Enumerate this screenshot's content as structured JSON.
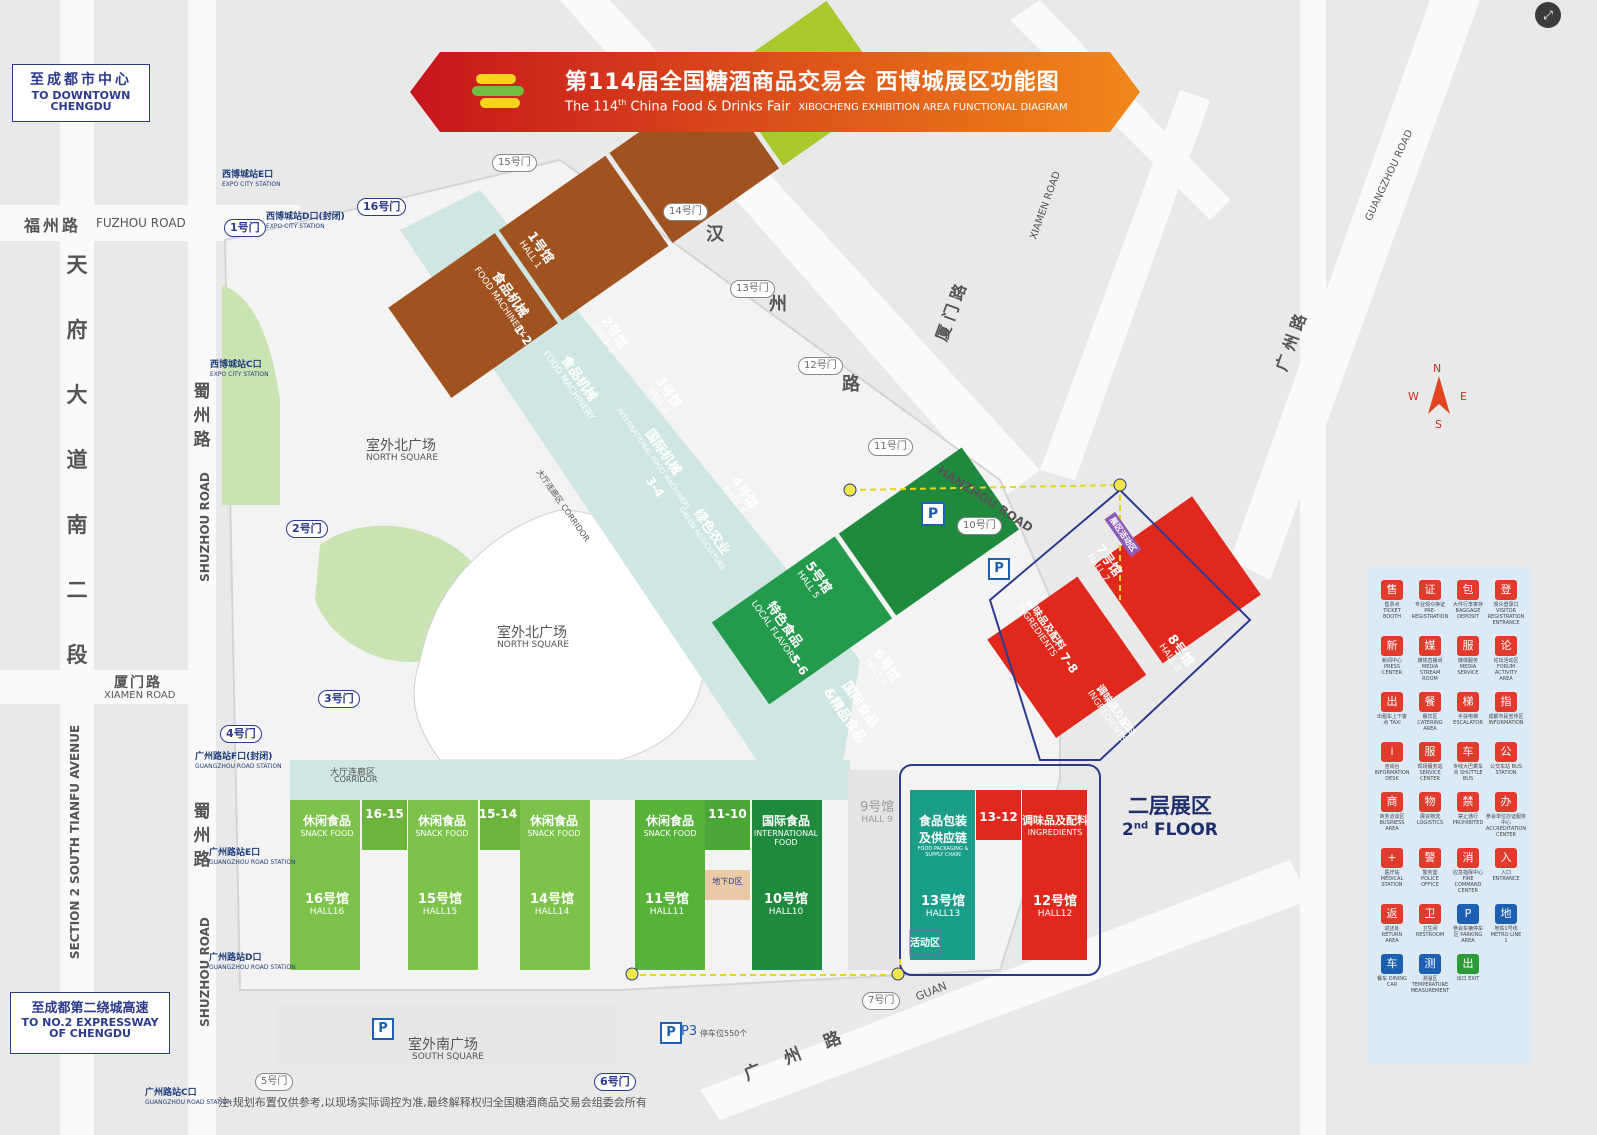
{
  "title": {
    "cn": "第114届全国糖酒商品交易会 西博城展区功能图",
    "en_pre": "The 114",
    "en_sup": "th",
    "en_post": " China Food & Drinks Fair",
    "en_small": "XIBOCHENG EXHIBITION AREA FUNCTIONAL DIAGRAM"
  },
  "direction_signs": {
    "downtown_cn": "至成都市中心",
    "downtown_en1": "TO DOWNTOWN",
    "downtown_en2": "CHENGDU",
    "expressway_cn": "至成都第二绕城高速",
    "expressway_en1": "TO NO.2 EXPRESSWAY",
    "expressway_en2": "OF CHENGDU"
  },
  "roads": {
    "fuzhou_cn": "福州路",
    "fuzhou_en": "FUZHOU ROAD",
    "tianfu_cn": [
      "天",
      "府",
      "大",
      "道",
      "南",
      "二",
      "段"
    ],
    "tianfu_en": "SECTION 2 SOUTH TIANFU AVENUE",
    "shuzhou_cn_a": [
      "蜀",
      "州",
      "路"
    ],
    "shuzhou_cn_b": [
      "蜀",
      "州",
      "路"
    ],
    "shuzhou_en_a": "SHUZHOU ROAD",
    "shuzhou_en_b": "SHUZHOU ROAD",
    "xiamen_left_cn": "厦门路",
    "xiamen_left_en": "XIAMEN ROAD",
    "hanzhou_cn": [
      "汉",
      "州",
      "路"
    ],
    "hanzhou_en": "HANZHOU ROAD",
    "xiamen_diag_cn": "厦 门 路",
    "xiamen_diag_en": "XIAMEN ROAD",
    "guangzhou_diag_cn": "广 州 路",
    "guangzhou_diag_en": "GUANGZHOU ROAD",
    "guangzhou_bottom_cn": "广 州 路",
    "guangzhou_bottom_en": "GUAN"
  },
  "gates": [
    "1号门",
    "2号门",
    "3号门",
    "4号门",
    "5号门",
    "6号门",
    "7号门",
    "10号门",
    "11号门",
    "12号门",
    "13号门",
    "14号门",
    "15号门",
    "16号门"
  ],
  "stations": {
    "xbc_e": "西博城站E口",
    "xbc_e_en": "EXPO CITY STATION",
    "xbc_d": "西博城站D口(封闭)",
    "xbc_d_en": "EXPO CITY STATION",
    "xbc_c": "西博城站C口",
    "xbc_c_en": "EXPO CITY STATION",
    "gz_f": "广州路站F口(封闭)",
    "gz_f_en": "GUANGZHOU ROAD STATION",
    "gz_e": "广州路站E口",
    "gz_e_en": "GUANGZHOU ROAD STATION",
    "gz_d": "广州路站D口",
    "gz_d_en": "GUANGZHOU ROAD STATION",
    "gz_c": "广州路站C口",
    "gz_c_en": "GUANGZHOU ROAD STATION"
  },
  "squares": {
    "north_a_cn": "室外北广场",
    "north_a_en": "NORTH SQUARE",
    "north_b_cn": "室外北广场",
    "north_b_en": "NORTH SQUARE",
    "south_cn": "室外南广场",
    "south_en": "SOUTH SQUARE",
    "corridor_a": "大厅连廊区 CORRIDOR",
    "corridor_b_cn": "大厅连廊区",
    "corridor_b_en": "CORRIDOR"
  },
  "halls": {
    "h1": {
      "cn": "1号馆",
      "en": "HALL 1"
    },
    "h2": {
      "cn": "2号馆",
      "en": "HALL 2"
    },
    "h3": {
      "cn": "3号馆",
      "en": "HALL 3"
    },
    "h4": {
      "cn": "4号馆",
      "en": "HALL 4"
    },
    "h5": {
      "cn": "5号馆",
      "en": "HALL 5"
    },
    "h6": {
      "cn": "6号馆",
      "en": "HALL 6"
    },
    "h7": {
      "cn": "7号馆",
      "en": "HALL 7"
    },
    "h8": {
      "cn": "8号馆",
      "en": "HALL 8"
    },
    "h9": {
      "cn": "9号馆",
      "en": "HALL 9"
    },
    "h10": {
      "cn": "10号馆",
      "en": "HALL10"
    },
    "h11": {
      "cn": "11号馆",
      "en": "HALL11"
    },
    "h12": {
      "cn": "12号馆",
      "en": "HALL12"
    },
    "h13": {
      "cn": "13号馆",
      "en": "HALL13"
    },
    "h14": {
      "cn": "14号馆",
      "en": "HALL14"
    },
    "h15": {
      "cn": "15号馆",
      "en": "HALL15"
    },
    "h16": {
      "cn": "16号馆",
      "en": "HALL16"
    },
    "link_12": "1-2",
    "link_34": "3-4",
    "link_56": "5-6",
    "link_78": "7-8",
    "link_1615": "16-15",
    "link_1514": "15-14",
    "link_1110": "11-10",
    "link_1312": "13-12"
  },
  "zones": {
    "food_machinery_cn": "食品机械",
    "food_machinery_en": "FOOD MACHINERY",
    "intl_machinery_cn": "国际机械",
    "intl_machinery_en": "INTERNATIONAL FOOD MACHINERY",
    "green_ag_cn": "绿色农业",
    "green_ag_en": "GREEN AGRICULTURE",
    "local_cn": "特色食品",
    "local_en": "LOCAL FLAVORS",
    "intl_boutique_cn": "国际食品",
    "intl_boutique_cn2": "&精品食品",
    "condiments_cn": "调味品及配料",
    "condiments_en": "INGREDIENTS",
    "snack_cn": "休闲食品",
    "snack_en": "SNACK FOOD",
    "intl_food_cn": "国际食品",
    "intl_food_en1": "INTERNATIONAL",
    "intl_food_en2": "FOOD",
    "packaging_cn1": "食品包装",
    "packaging_cn2": "及供应链",
    "packaging_en": "FOOD PACKAGING & SUPPLY CHAIN",
    "activity_cn": "活动区",
    "underground_d": "地下D区",
    "second_floor_cn": "二层展区",
    "second_floor_en_pre": "2",
    "second_floor_en_sup": "nd",
    "second_floor_en_post": " FLOOR",
    "conference_cn": "展区活动区",
    "parking_p3": "P3",
    "parking_note": "停车位550个"
  },
  "compass": {
    "n": "N",
    "s": "S",
    "e": "E",
    "w": "W"
  },
  "legend": [
    {
      "icon": "售",
      "color": "red",
      "label": "售票点 TICKET BOOTH"
    },
    {
      "icon": "证",
      "color": "red",
      "label": "专业观众换证 PRE-REGISTRATION"
    },
    {
      "icon": "包",
      "color": "red",
      "label": "大件行李寄存 BAGGAGE DEPOSIT"
    },
    {
      "icon": "登",
      "color": "red",
      "label": "观众登录口 VISITOR REGISTRATION ENTRANCE"
    },
    {
      "icon": "新",
      "color": "red",
      "label": "新闻中心 PRESS CENTER"
    },
    {
      "icon": "媒",
      "color": "red",
      "label": "媒体直播间 MEDIA STREAM ROOM"
    },
    {
      "icon": "服",
      "color": "red",
      "label": "媒体服务 MEDIA SERVICE"
    },
    {
      "icon": "论",
      "color": "red",
      "label": "论坛活动区 FORUM ACTIVITY AREA"
    },
    {
      "icon": "出",
      "color": "red",
      "label": "出租车上下客点 TAXI"
    },
    {
      "icon": "餐",
      "color": "red",
      "label": "餐饮区 CATERING AREA"
    },
    {
      "icon": "梯",
      "color": "red",
      "label": "手扶电梯 ESCALATOR"
    },
    {
      "icon": "指",
      "color": "red",
      "label": "成都市民宣传区 INFORMATION"
    },
    {
      "icon": "i",
      "color": "red",
      "label": "咨询台 INFORMATION DESK"
    },
    {
      "icon": "服",
      "color": "red",
      "label": "现场服务站 SERVICE CENTER"
    },
    {
      "icon": "车",
      "color": "red",
      "label": "专线大巴乘车点 SHUTTLE BUS"
    },
    {
      "icon": "公",
      "color": "red",
      "label": "公交车站 BUS STATION"
    },
    {
      "icon": "商",
      "color": "red",
      "label": "商务洽谈区 BUSINESS AREA"
    },
    {
      "icon": "物",
      "color": "red",
      "label": "展会物流 LOGISTICS"
    },
    {
      "icon": "禁",
      "color": "red",
      "label": "禁止通行 PROHIBITED"
    },
    {
      "icon": "办",
      "color": "red",
      "label": "参会单位办证服务中心 ACCREDITATION CENTER"
    },
    {
      "icon": "+",
      "color": "red",
      "label": "医疗站 MEDICAL STATION"
    },
    {
      "icon": "警",
      "color": "red",
      "label": "警务室 POLICE OFFICE"
    },
    {
      "icon": "消",
      "color": "red",
      "label": "应急指挥中心 FIRE COMMAND CENTER"
    },
    {
      "icon": "入",
      "color": "red",
      "label": "入口 ENTRANCE"
    },
    {
      "icon": "返",
      "color": "red",
      "label": "返还处 RETURN AREA"
    },
    {
      "icon": "卫",
      "color": "red",
      "label": "卫生间 RESTROOM"
    },
    {
      "icon": "P",
      "color": "blue",
      "label": "参会车辆停车区 PARKING AREA"
    },
    {
      "icon": "地",
      "color": "blue",
      "label": "地铁1号线 METRO LINE 1"
    },
    {
      "icon": "车",
      "color": "blue",
      "label": "餐车 DINING CAR"
    },
    {
      "icon": "测",
      "color": "blue",
      "label": "测温区 TEMPERATURE MEASUREMENT"
    },
    {
      "icon": "出",
      "color": "green",
      "label": "出口 EXIT"
    }
  ],
  "footer_note": "注:规划布置仅供参考,以现场实际调控为准,最终解释权归全国糖酒商品交易会组委会所有",
  "colors": {
    "brown": "#a0521f",
    "yellowgreen": "#a9c82c",
    "green": "#239a4c",
    "darkgreen": "#1f8a3d",
    "lightgreen": "#7cc24b",
    "red": "#e0281c",
    "teal": "#1a9e8a",
    "purple": "#8c5cb8",
    "banner_start": "#d6211c",
    "banner_end": "#f08a16"
  }
}
